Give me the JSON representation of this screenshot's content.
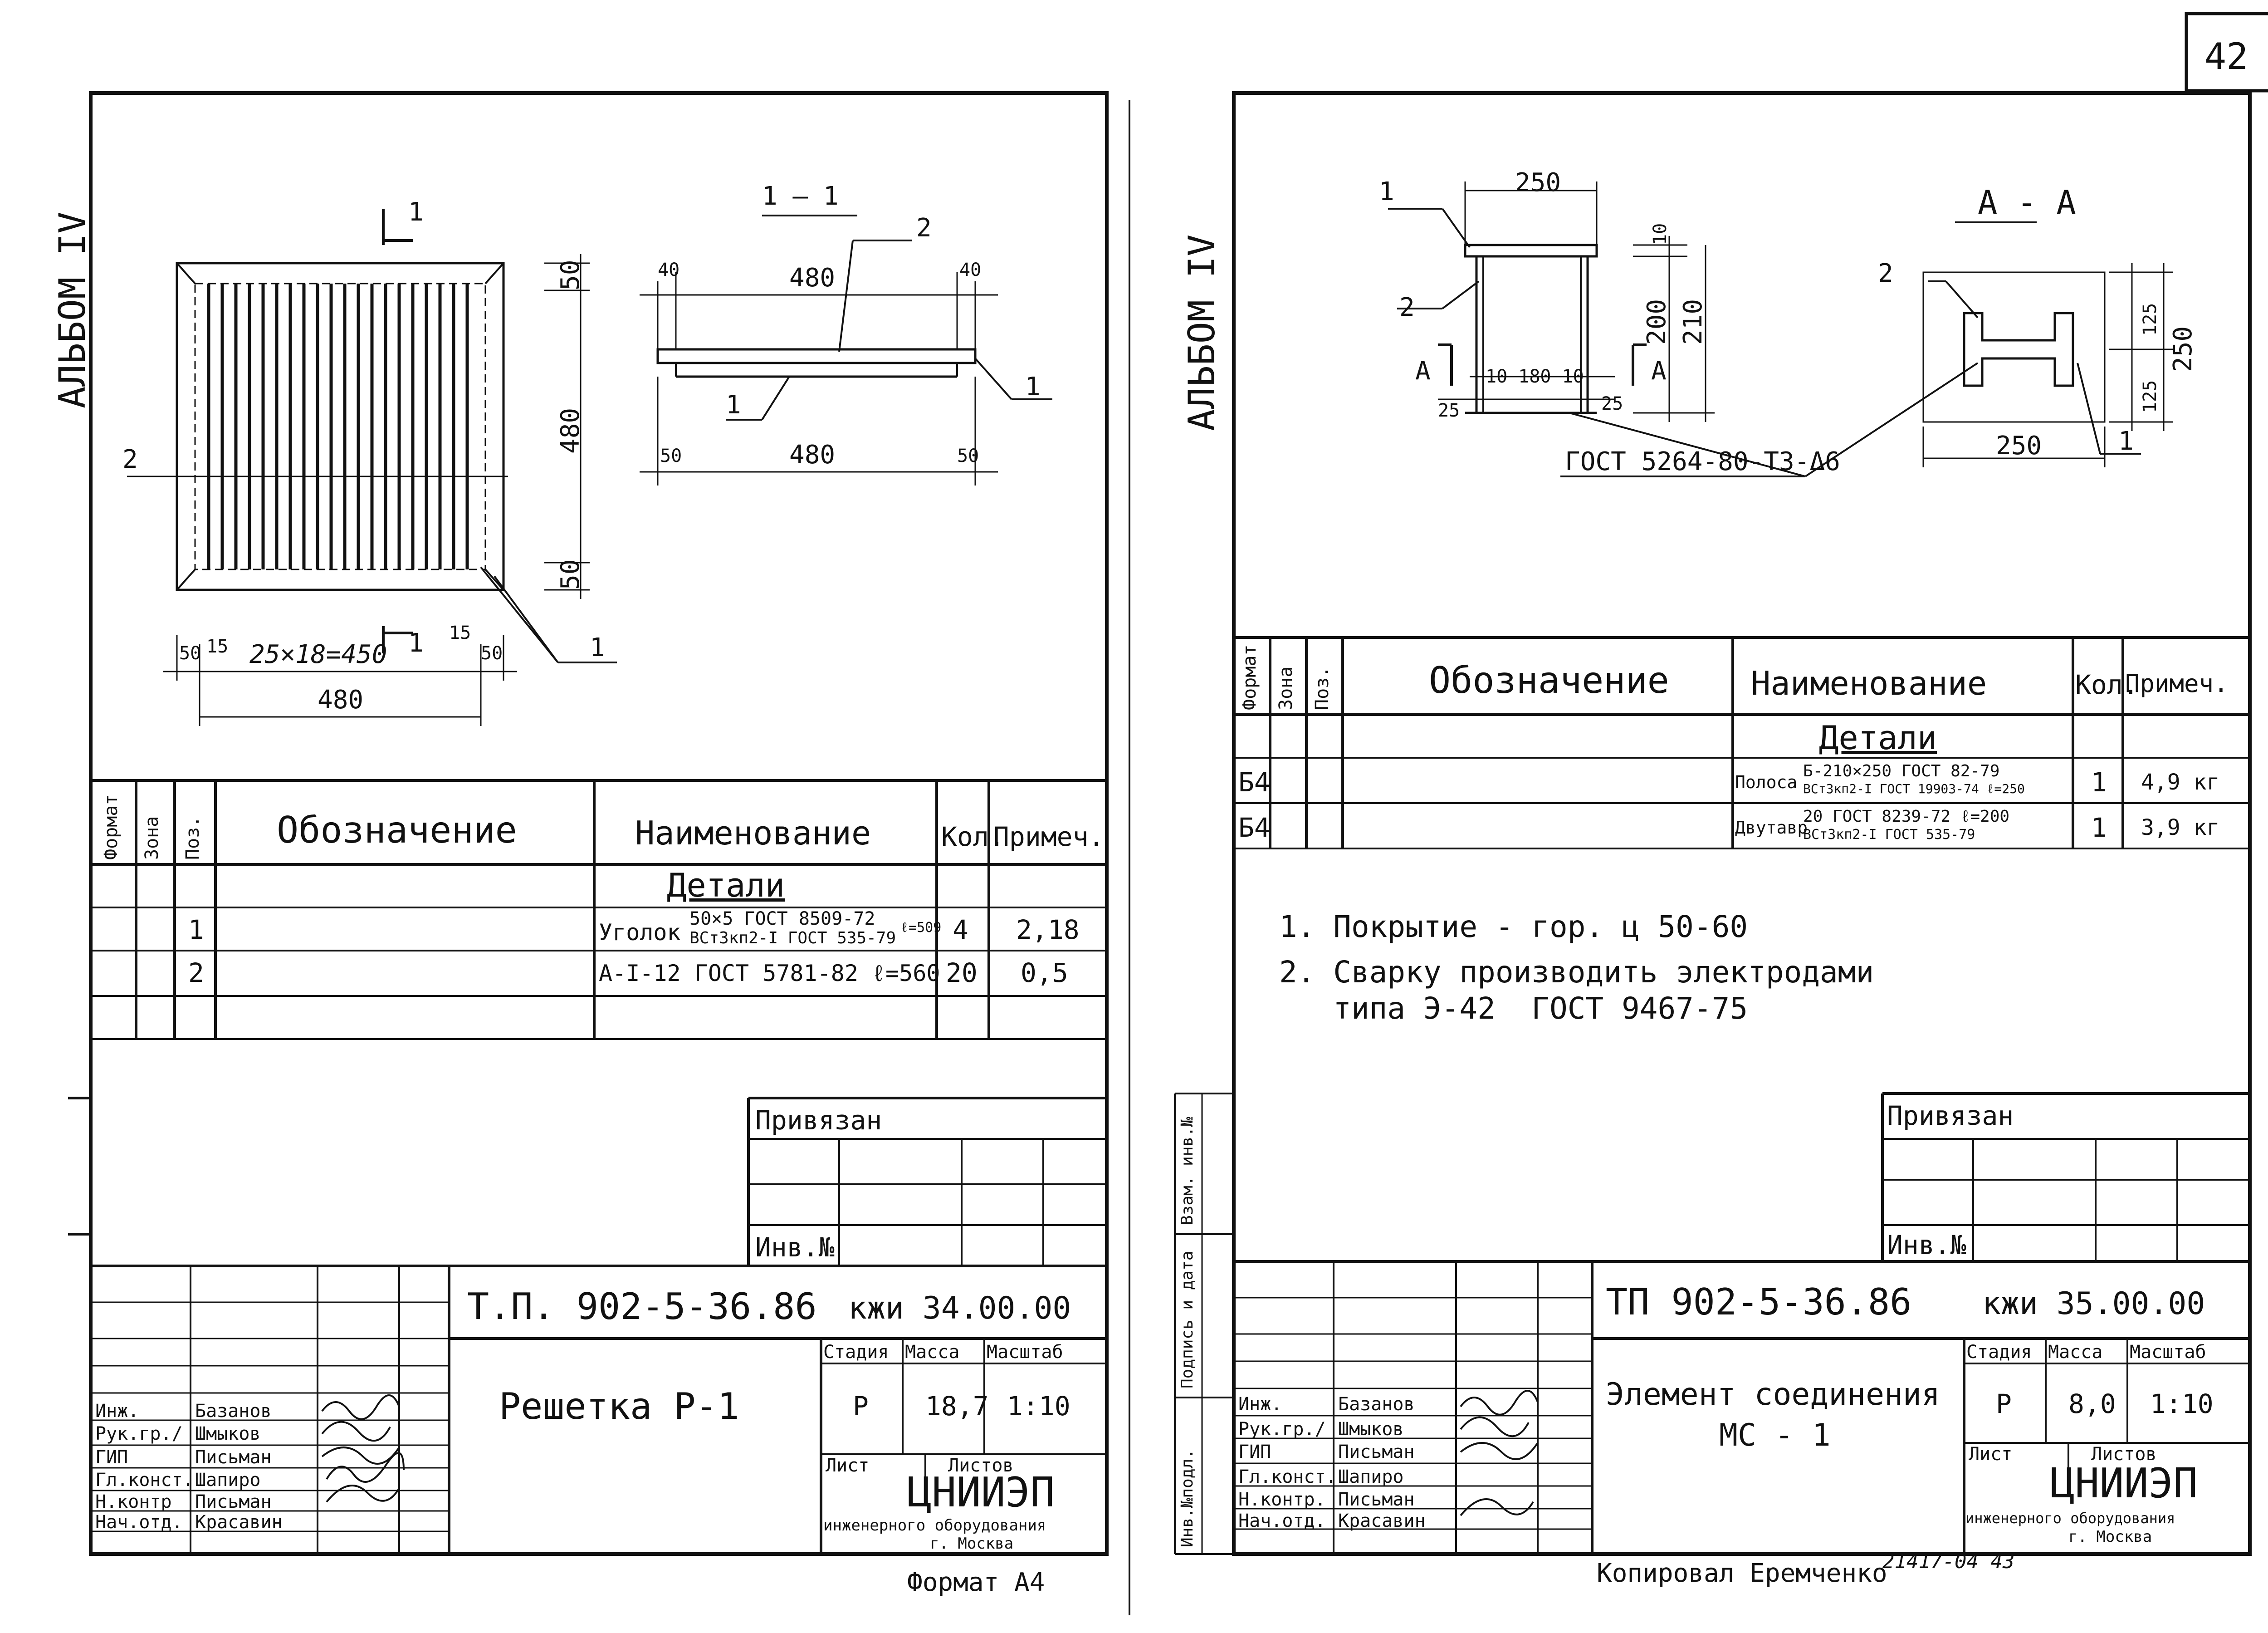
{
  "page_number": "42",
  "left_sheet": {
    "album_label": "АЛЬБОМ IV",
    "drawing": {
      "section_mark": "1",
      "dims": {
        "d50a": "50",
        "d480": "480",
        "d50b": "50",
        "d50c": "50",
        "d15a": "15",
        "d25x18": "25×18=450",
        "d15b": "15",
        "d50d": "50",
        "d480b": "480",
        "pos2": "2",
        "pos1": "1"
      },
      "section": {
        "title": "1 — 1",
        "d40a": "40",
        "d480": "480",
        "d40b": "40",
        "pos2": "2",
        "pos1a": "1",
        "pos1b": "1",
        "d50a": "50",
        "d480b": "480",
        "d50b": "50"
      }
    },
    "spec": {
      "headers": {
        "format": "Формат",
        "zone": "Зона",
        "pos": "Поз.",
        "designation": "Обозначение",
        "name": "Наименование",
        "qty": "Кол.",
        "note": "Примеч."
      },
      "section_title": "Детали",
      "rows": [
        {
          "pos": "1",
          "name_main": "Уголок",
          "name_top": "50×5 ГОСТ 8509-72",
          "name_bottom": "ВСт3кп2-I ГОСТ 535-79",
          "name_extra": "ℓ=509",
          "qty": "4",
          "note": "2,18"
        },
        {
          "pos": "2",
          "name_main": "А-I-12 ГОСТ 5781-82 ℓ=560",
          "qty": "20",
          "note": "0,5"
        }
      ]
    },
    "privyazan": "Привязан",
    "inv_no": "Инв.№",
    "title_block": {
      "code": "Т.П. 902-5-36.86",
      "doc": "кжи 34.00.00",
      "title": "Решетка   Р-1",
      "stage_h": "Стадия",
      "mass_h": "Масса",
      "scale_h": "Масштаб",
      "stage": "Р",
      "mass": "18,7",
      "scale": "1:10",
      "sheet_h": "Лист",
      "sheets_h": "Листов",
      "org": "ЦНИИЭП",
      "org_sub": "инженерного оборудования",
      "city": "г. Москва",
      "staff": [
        {
          "role": "Инж.",
          "name": "Базанов"
        },
        {
          "role": "Рук.гр./",
          "name": "Шмыков"
        },
        {
          "role": "ГИП",
          "name": "Письман"
        },
        {
          "role": "Гл.конст.",
          "name": "Шапиро"
        },
        {
          "role": "Н.контр",
          "name": "Письман"
        },
        {
          "role": "Нач.отд.",
          "name": "Красавин"
        }
      ]
    },
    "format": "Формат А4"
  },
  "right_sheet": {
    "album_label": "АЛЬБОМ IV",
    "drawing": {
      "pos1": "1",
      "d250": "250",
      "d10": "10",
      "pos2": "2",
      "d200": "200",
      "d210": "210",
      "secA": "А",
      "dims_bottom": "10   180   10",
      "d25a": "25",
      "d25b": "25",
      "weld": "ГОСТ 5264-80-Т3-Δ6",
      "aa_title": "А - А",
      "aa_pos2": "2",
      "d125a": "125",
      "d125b": "125",
      "d250b": "250",
      "d250c": "250",
      "aa_pos1": "1"
    },
    "spec": {
      "headers": {
        "format": "Формат",
        "zone": "Зона",
        "pos": "Поз.",
        "designation": "Обозначение",
        "name": "Наименование",
        "qty": "Кол.",
        "note": "Примеч."
      },
      "section_title": "Детали",
      "rows": [
        {
          "format": "Б4",
          "name_main": "Полоса",
          "name_top": "Б-210×250 ГОСТ 82-79",
          "name_bottom": "ВСт3кп2-I ГОСТ 19903-74 ℓ=250",
          "qty": "1",
          "note": "4,9 кг"
        },
        {
          "format": "Б4",
          "name_main": "Двутавр",
          "name_top": "20 ГОСТ 8239-72  ℓ=200",
          "name_bottom": "ВСт3кп2-I ГОСТ 535-79",
          "qty": "1",
          "note": "3,9 кг"
        }
      ]
    },
    "notes": [
      "1. Покрытие - гор. ц 50-60",
      "2. Сварку производить электродами",
      "   типа Э-42  ГОСТ 9467-75"
    ],
    "privyazan": "Привязан",
    "inv_no": "Инв.№",
    "side_stamps": [
      "Взам. инв.№",
      "Подпись и дата",
      "Инв.№подл."
    ],
    "title_block": {
      "code": "ТП  902-5-36.86",
      "doc": "кжи 35.00.00",
      "title_line1": "Элемент соединения",
      "title_line2": "МС - 1",
      "stage_h": "Стадия",
      "mass_h": "Масса",
      "scale_h": "Масштаб",
      "stage": "Р",
      "mass": "8,0",
      "scale": "1:10",
      "sheet_h": "Лист",
      "sheets_h": "Листов",
      "org": "ЦНИИЭП",
      "org_sub": "инженерного оборудования",
      "city": "г. Москва",
      "staff": [
        {
          "role": "Инж.",
          "name": "Базанов"
        },
        {
          "role": "Рук.гр./",
          "name": "Шмыков"
        },
        {
          "role": "ГИП",
          "name": "Письман"
        },
        {
          "role": "Гл.конст.",
          "name": "Шапиро"
        },
        {
          "role": "Н.контр.",
          "name": "Письман"
        },
        {
          "role": "Нач.отд.",
          "name": "Красавин"
        }
      ]
    },
    "footer": "Копировал Еремченко",
    "footer_num": "21417-04   43"
  }
}
